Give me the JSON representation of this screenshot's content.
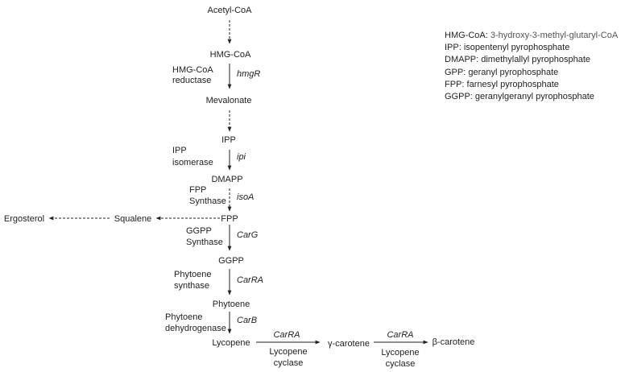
{
  "pathway": {
    "nodes": {
      "acetyl_coa": "Acetyl-CoA",
      "hmg_coa": "HMG-CoA",
      "mevalonate": "Mevalonate",
      "ipp": "IPP",
      "dmapp": "DMAPP",
      "fpp": "FPP",
      "squalene": "Squalene",
      "ergosterol": "Ergosterol",
      "ggpp": "GGPP",
      "phytoene": "Phytoene",
      "lycopene": "Lycopene",
      "gamma_carotene": "γ-carotene",
      "beta_carotene": "β-carotene"
    },
    "genes": {
      "hmgr": "hmgR",
      "ipi": "ipi",
      "isoa": "isoA",
      "carg": "CarG",
      "carra_1": "CarRA",
      "carb": "CarB",
      "carra_2": "CarRA",
      "carra_3": "CarRA"
    },
    "enzymes": {
      "hmg_reductase": [
        "HMG-CoA",
        "reductase"
      ],
      "ipp_isomerase": [
        "IPP",
        "isomerase"
      ],
      "fpp_synthase": [
        "FPP",
        "Synthase"
      ],
      "ggpp_synthase": [
        "GGPP",
        "Synthase"
      ],
      "phytoene_synthase": [
        "Phytoene",
        "synthase"
      ],
      "phytoene_dehydrogenase": [
        "Phytoene",
        "dehydrogenase"
      ],
      "lycopene_cyclase_1": [
        "Lycopene",
        "cyclase"
      ],
      "lycopene_cyclase_2": [
        "Lycopene",
        "cyclase"
      ]
    }
  },
  "legend": [
    {
      "abbr": "HMG-CoA:",
      "def": "3-hydroxy-3-methyl-glutaryl-CoA"
    },
    {
      "abbr": "IPP:",
      "def": "isopentenyl pyrophosphate"
    },
    {
      "abbr": "DMAPP:",
      "def": "dimethylallyl pyrophosphate"
    },
    {
      "abbr": "GPP:",
      "def": "geranyl pyrophosphate"
    },
    {
      "abbr": "FPP:",
      "def": "farnesyl pyrophosphate"
    },
    {
      "abbr": "GGPP:",
      "def": "geranylgeranyl pyrophosphate"
    }
  ]
}
